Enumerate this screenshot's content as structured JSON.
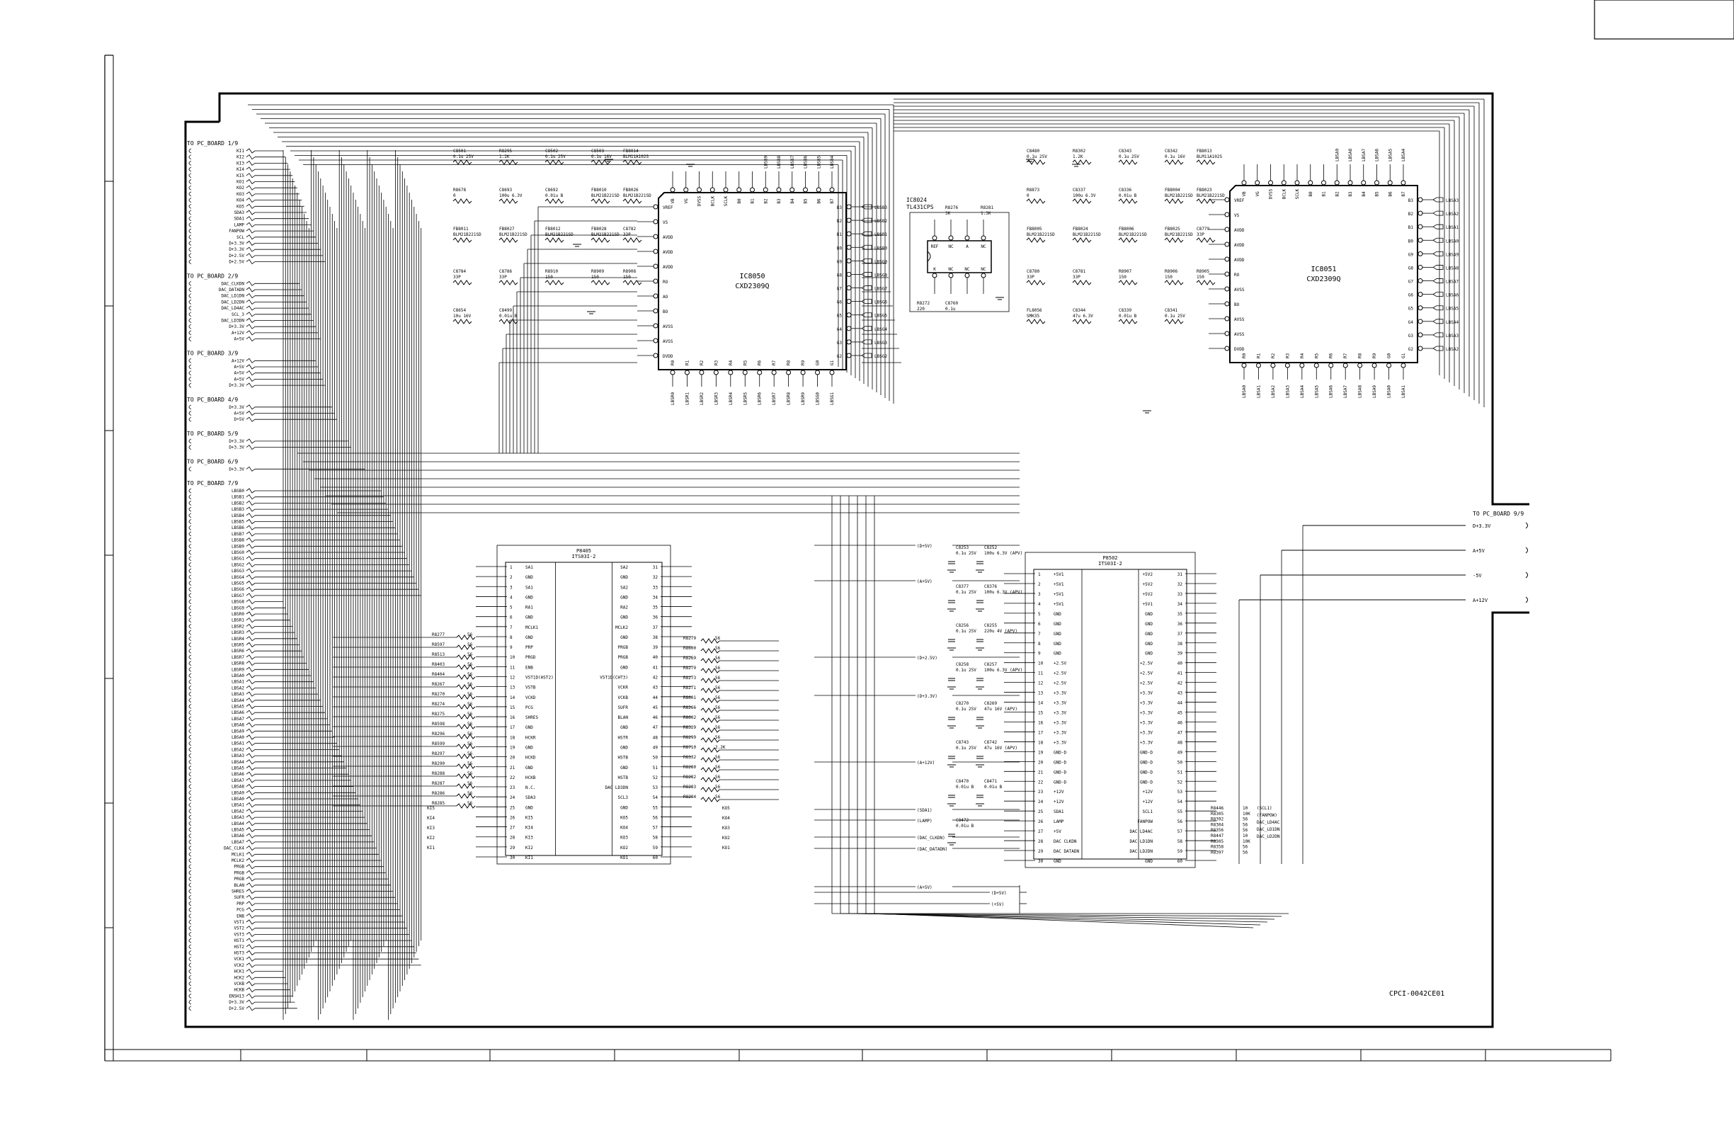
{
  "sheet": {
    "board_id": "CPCI-0042CE01"
  },
  "groups": [
    {
      "label": "TO PC_BOARD 1/9",
      "nets": [
        "KI1",
        "KI2",
        "KI3",
        "KI4",
        "KI5",
        "KO1",
        "KO2",
        "KO3",
        "KO4",
        "KO5",
        "SDA3",
        "SDA1",
        "LAMP",
        "FANPOW",
        "SCL",
        "D+3.3V",
        "D+3.3V",
        "D+2.5V",
        "D+2.5V"
      ]
    },
    {
      "label": "TO PC_BOARD 2/9",
      "nets": [
        "DAC_CLKDN",
        "DAC_DATADN",
        "DAC_LD1DN",
        "DAC_LD2DN",
        "DAC_LD4AC",
        "SCL_3",
        "DAC_LD3DN",
        "D+3.3V",
        "A+12V",
        "A+5V"
      ]
    },
    {
      "label": "TO PC_BOARD 3/9",
      "nets": [
        "A+12V",
        "A+5V",
        "A+5V",
        "A+5V",
        "D+3.3V"
      ]
    },
    {
      "label": "TO PC_BOARD 4/9",
      "nets": [
        "D+3.3V",
        "A+5V",
        "D+5V"
      ]
    },
    {
      "label": "TO PC_BOARD 5/9",
      "nets": [
        "D+3.3V",
        "D+3.3V"
      ]
    },
    {
      "label": "TO PC_BOARD 6/9",
      "nets": [
        "D+3.3V"
      ]
    },
    {
      "label": "TO PC_BOARD 7/9",
      "nets": [
        "LBSB0",
        "LBSB1",
        "LBSB2",
        "LBSB3",
        "LBSB4",
        "LBSB5",
        "LBSB6",
        "LBSB7",
        "LBSB8",
        "LBSB9",
        "LBSG0",
        "LBSG1",
        "LBSG2",
        "LBSG3",
        "LBSG4",
        "LBSG5",
        "LBSG6",
        "LBSG7",
        "LBSG8",
        "LBSG9",
        "LBSR0",
        "LBSR1",
        "LBSR2",
        "LBSR3",
        "LBSR4",
        "LBSR5",
        "LBSR6",
        "LBSR7",
        "LBSR8",
        "LBSR9",
        "LBSA0",
        "LBSA1",
        "LBSA2",
        "LBSA3",
        "LBSA4",
        "LBSA5",
        "LBSA6",
        "LBSA7",
        "LBSA8",
        "LBSA9",
        "LBSA0",
        "LBSA1",
        "LBSA2",
        "LBSA3",
        "LBSA4",
        "LBSA5",
        "LBSA6",
        "LBSA7",
        "LBSA8",
        "LBSA9",
        "LBSA0",
        "LBSA1",
        "LBSA2",
        "LBSA3",
        "LBSA4",
        "LBSA5",
        "LBSA6",
        "LBSA7",
        "DAC_CLK4",
        "MCLK1",
        "MCLK2",
        "PRGB",
        "PRGB",
        "PRGB",
        "BLAN",
        "SHRES",
        "SUFR",
        "PRP",
        "PCG",
        "ENB",
        "VST1",
        "VST2",
        "VST3",
        "HST1",
        "HST2",
        "HST3",
        "VCK1",
        "VCK2",
        "HCK1",
        "HCK2",
        "VCKB",
        "HCKB",
        "ENSH13",
        "D+3.3V",
        "D+2.5V"
      ]
    }
  ],
  "group_right": {
    "label": "TO PC_BOARD 9/9",
    "nets": [
      "D+3.3V",
      "A+5V",
      "-5V",
      "A+12V"
    ]
  },
  "ic8050": {
    "ref": "IC8050",
    "part": "CXD2309Q",
    "left_pins": [
      "VREF",
      "VS",
      "AVDD",
      "AVDD",
      "AVDD",
      "RO",
      "AO",
      "BO",
      "AVSS",
      "AVSS",
      "DVDD"
    ],
    "top_pins": [
      "VB",
      "VG",
      "DVSS",
      "BCLK",
      "SCLK",
      "B0",
      "B1",
      "B2",
      "B3",
      "B4",
      "B5",
      "B6",
      "B7"
    ],
    "bottom_pins": [
      "R0",
      "R1",
      "R2",
      "R3",
      "R4",
      "R5",
      "R6",
      "R7",
      "R8",
      "R9",
      "G0",
      "G1"
    ],
    "right_pins": [
      "B3",
      "B2",
      "B1",
      "B0",
      "G9",
      "G8",
      "G7",
      "G6",
      "G5",
      "G4",
      "G3",
      "G2"
    ],
    "right_nets": [
      "LBSB3",
      "LBSB2",
      "LBSB1",
      "LBSB0",
      "LBSG9",
      "LBSG8",
      "LBSG7",
      "LBSG6",
      "LBSG5",
      "LBSG4",
      "LBSG3",
      "LBSG2"
    ],
    "top_nets": [
      "LBSB9",
      "LBSB8",
      "LBSB7",
      "LBSB6",
      "LBSB5",
      "LBSB4"
    ],
    "bottom_nets": [
      "LBSR0",
      "LBSR1",
      "LBSR2",
      "LBSR3",
      "LBSR4",
      "LBSR5",
      "LBSR6",
      "LBSR7",
      "LBSR8",
      "LBSR9",
      "LBSG0",
      "LBSG1"
    ]
  },
  "ic8051": {
    "ref": "IC8051",
    "part": "CXD2309Q",
    "left_pins": [
      "VREF",
      "VS",
      "AVDD",
      "AVDD",
      "AVDD",
      "RO",
      "AVSS",
      "BO",
      "AVSS",
      "AVSS",
      "DVDD"
    ],
    "top_pins": [
      "VB",
      "VG",
      "DVSS",
      "BCLK",
      "SCLK",
      "B0",
      "B1",
      "B2",
      "B3",
      "B4",
      "B5",
      "B6",
      "B7"
    ],
    "bottom_pins": [
      "R0",
      "R1",
      "R2",
      "R3",
      "R4",
      "R5",
      "R6",
      "R7",
      "R8",
      "R9",
      "G0",
      "G1"
    ],
    "right_pins": [
      "B3",
      "B2",
      "B1",
      "B0",
      "G9",
      "G8",
      "G7",
      "G6",
      "G5",
      "G4",
      "G3",
      "G2"
    ],
    "right_nets": [
      "LBSA3",
      "LBSA2",
      "LBSA1",
      "LBSA0",
      "LBSA9",
      "LBSA8",
      "LBSA7",
      "LBSA6",
      "LBSA5",
      "LBSA4",
      "LBSA3",
      "LBSA2"
    ],
    "top_nets": [
      "LBSA9",
      "LBSA8",
      "LBSA7",
      "LBSA6",
      "LBSA5",
      "LBSA4"
    ],
    "bottom_nets": [
      "LBSA0",
      "LBSA1",
      "LBSA2",
      "LBSA3",
      "LBSA4",
      "LBSA5",
      "LBSA6",
      "LBSA7",
      "LBSA8",
      "LBSA9",
      "LBSA0",
      "LBSA1"
    ]
  },
  "ic8024": {
    "ref": "IC8024",
    "part": "TL431CPS",
    "top_pins": [
      "REF",
      "NC",
      "A",
      "NC"
    ],
    "bottom_pins": [
      "K",
      "NC",
      "NC",
      "NC"
    ]
  },
  "p8405": {
    "ref": "P8405",
    "part": "ITS03I-2",
    "rows": [
      [
        "1",
        "SA1",
        "SA2",
        "31"
      ],
      [
        "2",
        "GND",
        "GND",
        "32"
      ],
      [
        "3",
        "SA1",
        "SA2",
        "33"
      ],
      [
        "4",
        "GND",
        "GND",
        "34"
      ],
      [
        "5",
        "RA1",
        "RA2",
        "35"
      ],
      [
        "6",
        "GND",
        "GND",
        "36"
      ],
      [
        "7",
        "MCLK1",
        "MCLK2",
        "37"
      ],
      [
        "8",
        "GND",
        "GND",
        "38"
      ],
      [
        "9",
        "PRP",
        "PRGB",
        "39"
      ],
      [
        "10",
        "PRGD",
        "PRGB",
        "40"
      ],
      [
        "11",
        "ENB",
        "GND",
        "41"
      ],
      [
        "12",
        "VST1D(HST2)",
        "VST1D(CHT3)",
        "42"
      ],
      [
        "13",
        "VSTB",
        "VCKR",
        "43"
      ],
      [
        "14",
        "VCKD",
        "VCKB",
        "44"
      ],
      [
        "15",
        "PCG",
        "SUFR",
        "45"
      ],
      [
        "16",
        "SHRES",
        "BLAN",
        "46"
      ],
      [
        "17",
        "GND",
        "GND",
        "47"
      ],
      [
        "18",
        "HCKR",
        "HSTR",
        "48"
      ],
      [
        "19",
        "GND",
        "GND",
        "49"
      ],
      [
        "20",
        "HCKD",
        "HSTB",
        "50"
      ],
      [
        "21",
        "GND",
        "GND",
        "51"
      ],
      [
        "22",
        "HCKB",
        "HSTB",
        "52"
      ],
      [
        "23",
        "N.C.",
        "DAC LD3DN",
        "53"
      ],
      [
        "24",
        "SDA3",
        "SCL3",
        "54"
      ],
      [
        "25",
        "GND",
        "GND",
        "55"
      ],
      [
        "26",
        "KI5",
        "KO5",
        "56"
      ],
      [
        "27",
        "KI4",
        "KO4",
        "57"
      ],
      [
        "28",
        "KI3",
        "KO3",
        "58"
      ],
      [
        "29",
        "KI2",
        "KO2",
        "59"
      ],
      [
        "30",
        "KI1",
        "KO1",
        "60"
      ]
    ]
  },
  "p8502": {
    "ref": "P8502",
    "part": "ITS03I-2",
    "rows": [
      [
        "1",
        "+5V1",
        "+5V2",
        "31"
      ],
      [
        "2",
        "+5V1",
        "+5V2",
        "32"
      ],
      [
        "3",
        "+5V1",
        "+5V2",
        "33"
      ],
      [
        "4",
        "+5V1",
        "+5V1",
        "34"
      ],
      [
        "5",
        "GND",
        "GND",
        "35"
      ],
      [
        "6",
        "GND",
        "GND",
        "36"
      ],
      [
        "7",
        "GND",
        "GND",
        "37"
      ],
      [
        "8",
        "GND",
        "GND",
        "38"
      ],
      [
        "9",
        "GND",
        "GND",
        "39"
      ],
      [
        "10",
        "+2.5V",
        "+2.5V",
        "40"
      ],
      [
        "11",
        "+2.5V",
        "+2.5V",
        "41"
      ],
      [
        "12",
        "+2.5V",
        "+2.5V",
        "42"
      ],
      [
        "13",
        "+3.3V",
        "+3.3V",
        "43"
      ],
      [
        "14",
        "+3.3V",
        "+3.3V",
        "44"
      ],
      [
        "15",
        "+3.3V",
        "+3.3V",
        "45"
      ],
      [
        "16",
        "+3.3V",
        "+3.3V",
        "46"
      ],
      [
        "17",
        "+3.3V",
        "+3.3V",
        "47"
      ],
      [
        "18",
        "+3.3V",
        "+3.3V",
        "48"
      ],
      [
        "19",
        "GND-D",
        "GND-D",
        "49"
      ],
      [
        "20",
        "GND-D",
        "GND-D",
        "50"
      ],
      [
        "21",
        "GND-D",
        "GND-D",
        "51"
      ],
      [
        "22",
        "GND-D",
        "GND-D",
        "52"
      ],
      [
        "23",
        "+12V",
        "+12V",
        "53"
      ],
      [
        "24",
        "+12V",
        "+12V",
        "54"
      ],
      [
        "25",
        "SDA1",
        "SCL1",
        "55"
      ],
      [
        "26",
        "LAMP",
        "FANPOW",
        "56"
      ],
      [
        "27",
        "+5V",
        "DAC LD4AC",
        "57"
      ],
      [
        "28",
        "DAC CLKDN",
        "DAC LD1DN",
        "58"
      ],
      [
        "29",
        "DAC DATADN",
        "DAC LD2DN",
        "59"
      ],
      [
        "30",
        "GND",
        "GND",
        "60"
      ]
    ]
  },
  "resistors_left": [
    "R8277 56",
    "R8597 56",
    "R8513 56",
    "R8403 56",
    "R8404 56",
    "R8267 56",
    "R8270 56",
    "R8274 56",
    "R8275 56",
    "R8598 56",
    "R8296 56",
    "R8599 56",
    "R8297 56",
    "R8290 56",
    "R8288 56",
    "R8287 56",
    "R8286 56",
    "R8285 56"
  ],
  "resistors_right": [
    "R8279 56",
    "R8600 56",
    "R8269 56",
    "R8279 56",
    "R8273 56",
    "R8271 56",
    "R8601 56",
    "R8266 56",
    "R8602 56",
    "R8329 56",
    "R8299 56",
    "R8710 2.2K",
    "R8332 56",
    "R8280 56",
    "R8282 56",
    "R8283 56",
    "R8284 56"
  ],
  "caps_ic8050": [
    "C8501 0.1u 25V",
    "R8295 1.2K",
    "C8502 0.1u 25V",
    "C8503 0.1u 16V",
    "FB8014 BLM11A102S",
    "R8678 0",
    "C8693 100u 6.3V",
    "C8692 0.01u B",
    "FB8010 BLM21B221SD",
    "FB8026 BLM21B221SD",
    "FB8011 BLM21B221SD",
    "FB8027 BLM21B221SD",
    "FB8012 BLM21B221SD",
    "FB8028 BLM21B221SD",
    "C8782 33P",
    "C8784 33P",
    "C8786 33P",
    "R8910 150",
    "R8909 150",
    "R8908 150",
    "C8654 10u 16V",
    "C8499 0.01u B"
  ],
  "caps_ic8051": [
    "C8480 0.1u 25V",
    "R8302 1.2K",
    "C8343 0.1u 25V",
    "C8342 0.1u 16V",
    "FB8013 BLM11A102S",
    "R8873 0",
    "C8337 100u 6.3V",
    "C8336 0.01u B",
    "FB8004 BLM21B221SD",
    "FB8023 BLM21B221SD",
    "FB8005 BLM21B221SD",
    "FB8024 BLM21B221SD",
    "FB8006 BLM21B221SD",
    "FB8025 BLM21B221SD",
    "C8779 33P",
    "C8780 33P",
    "C8781 33P",
    "R8907 150",
    "R8906 150",
    "R8905 150",
    "FL8056 SMK35",
    "C8344 47u 6.3V",
    "C8339 0.01u B",
    "C8341 0.1u 25V"
  ],
  "ic8024_parts": [
    "R8276 3K",
    "R8281 1.3K",
    "R8272 220",
    "C8760 0.1u"
  ],
  "rail_caps": [
    "C8253 0.1u 25V",
    "C8252 100u 6.3V (APV)",
    "C8377 0.1u 25V",
    "C8376 100u 6.3V (APV)",
    "C8256 0.1u 25V",
    "C8255 220u 4V (APV)",
    "C8258 0.1u 25V",
    "C8257 100u 6.3V (APV)",
    "C8270 0.1u 25V",
    "C8269 47u 16V (APV)",
    "C8743 0.1u 25V",
    "C8742 47u 16V (APV)",
    "C8470 0.01u B",
    "C8471 0.01u B",
    "C8472 0.01u B"
  ],
  "rail_labels": [
    "(D+5V)",
    "(A+5V)",
    "(D+2.5V)",
    "(D+3.3V)",
    "(A+12V)",
    "(A+5V)",
    "(D+5V)",
    "(+5V)",
    "(SDA1)",
    "(LAMP)",
    "(DAC_CLKDN)",
    "(DAC_DATADN)"
  ],
  "bus_res_right": [
    "R8446 10",
    "R8305 10K",
    "R8392 56",
    "R8304 56",
    "R8356 56",
    "R8447 10",
    "R8305 10K",
    "R8358 56",
    "R8397 56"
  ],
  "bus_nets_right": [
    "(SCL1)",
    "(FANPOW)",
    "DAC_LD4AC",
    "DAC_LD1DN",
    "DAC_LD2DN"
  ],
  "left_bus_ki": [
    "KI5",
    "KI4",
    "KI3",
    "KI2",
    "KI1"
  ],
  "right_bus_ko": [
    "KO5",
    "KO4",
    "KO3",
    "KO2",
    "KO1"
  ]
}
